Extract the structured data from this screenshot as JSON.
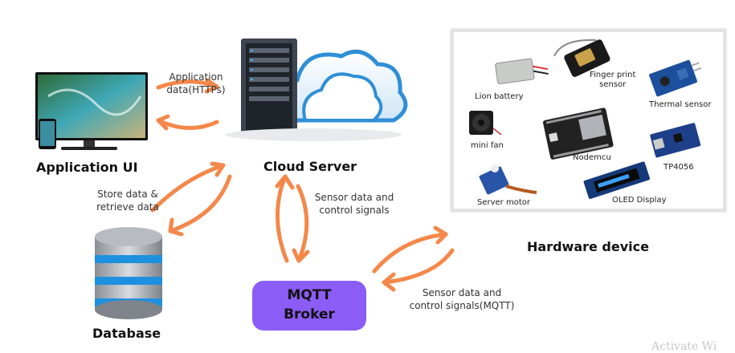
{
  "nodes": {
    "application_ui": "Application UI",
    "cloud_server": "Cloud Server",
    "database": "Database",
    "mqtt_broker_line1": "MQTT",
    "mqtt_broker_line2": "Broker",
    "hardware_device": "Hardware device"
  },
  "edges": {
    "app_cloud_line1": "Application",
    "app_cloud_line2": "data(HTTPs)",
    "db_line1": "Store data &",
    "db_line2": "retrieve data",
    "cloud_mqtt_line1": "Sensor data and",
    "cloud_mqtt_line2": "control signals",
    "hw_mqtt_line1": "Sensor data and",
    "hw_mqtt_line2": "control signals(MQTT)"
  },
  "hardware_components": {
    "lion_battery": "Lion  battery",
    "fingerprint_line1": "Finger print",
    "fingerprint_line2": "sensor",
    "thermal_sensor": "Thermal sensor",
    "mini_fan": "mini fan",
    "nodemcu": "Nodemcu",
    "tp4056": "TP4056",
    "server_motor": "Server motor",
    "oled_display": "OLED Display"
  },
  "watermark": "Activate Wi",
  "colors": {
    "arrow": "#f4884a",
    "mqtt_box": "#8b5cf6",
    "db_blue": "#1e90e0",
    "panel_border": "#e3e3e3"
  }
}
